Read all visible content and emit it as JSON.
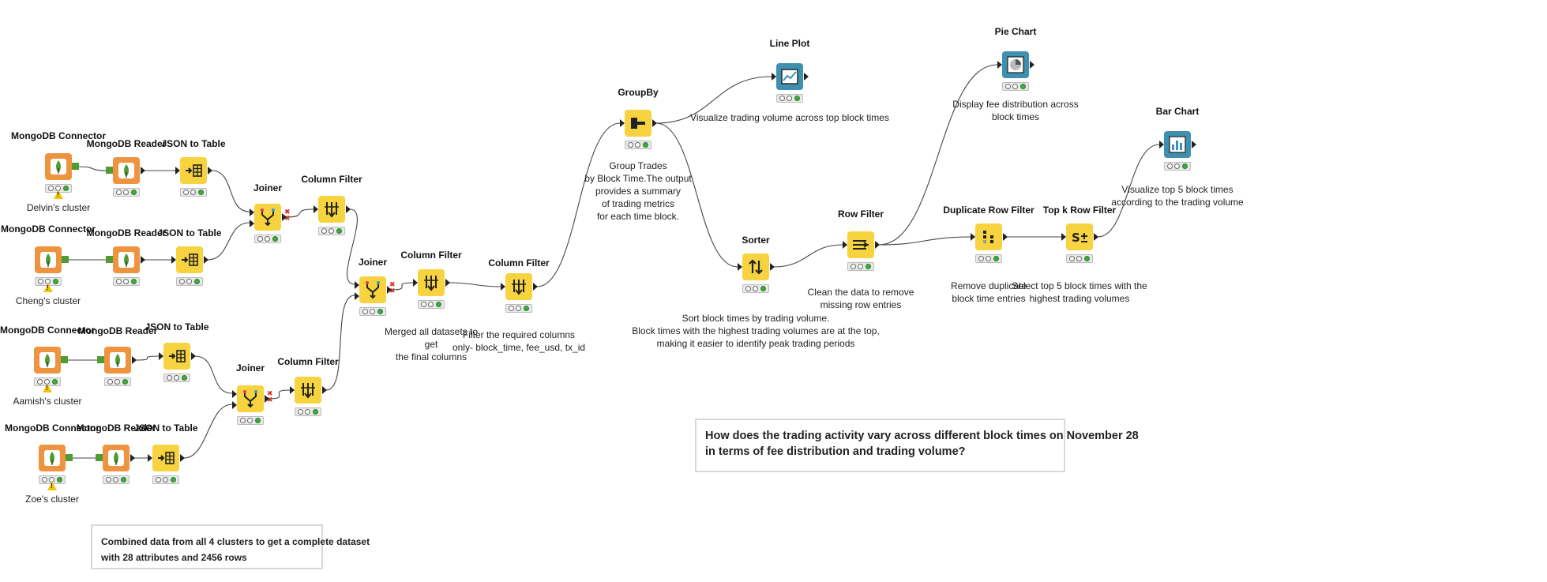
{
  "colors": {
    "source": "#ee9440",
    "manipulation": "#f7d33f",
    "view": "#3e8fb0",
    "port": "#4f9d32",
    "warning": "#f5c400"
  },
  "nodes": [
    {
      "id": "mongo_conn_1",
      "type": "mongodb-connector",
      "title": "MongoDB Connector",
      "desc": "Delvin's cluster",
      "warning": true
    },
    {
      "id": "mongo_read_1",
      "type": "mongodb-reader",
      "title": "MongoDB Reader",
      "desc": ""
    },
    {
      "id": "json_1",
      "type": "json-to-table",
      "title": "JSON to Table",
      "desc": ""
    },
    {
      "id": "mongo_conn_2",
      "type": "mongodb-connector",
      "title": "MongoDB Connector",
      "desc": "Cheng's cluster",
      "warning": true
    },
    {
      "id": "mongo_read_2",
      "type": "mongodb-reader",
      "title": "MongoDB Reader",
      "desc": ""
    },
    {
      "id": "json_2",
      "type": "json-to-table",
      "title": "JSON to Table",
      "desc": ""
    },
    {
      "id": "joiner_1",
      "type": "joiner",
      "title": "Joiner",
      "desc": ""
    },
    {
      "id": "colfilter_1",
      "type": "column-filter",
      "title": "Column Filter",
      "desc": ""
    },
    {
      "id": "mongo_conn_3",
      "type": "mongodb-connector",
      "title": "MongoDB Connector",
      "desc": "Aamish's cluster",
      "warning": true
    },
    {
      "id": "mongo_read_3",
      "type": "mongodb-reader",
      "title": "MongoDB Reader",
      "desc": ""
    },
    {
      "id": "json_3",
      "type": "json-to-table",
      "title": "JSON to Table",
      "desc": ""
    },
    {
      "id": "mongo_conn_4",
      "type": "mongodb-connector",
      "title": "MongoDB Connector",
      "desc": "Zoe's cluster",
      "warning": true
    },
    {
      "id": "mongo_read_4",
      "type": "mongodb-reader",
      "title": "MongoDB Reader",
      "desc": ""
    },
    {
      "id": "json_4",
      "type": "json-to-table",
      "title": "JSON to Table",
      "desc": ""
    },
    {
      "id": "joiner_2",
      "type": "joiner",
      "title": "Joiner",
      "desc": ""
    },
    {
      "id": "colfilter_2",
      "type": "column-filter",
      "title": "Column Filter",
      "desc": ""
    },
    {
      "id": "joiner_3",
      "type": "joiner",
      "title": "Joiner",
      "desc": ""
    },
    {
      "id": "colfilter_3",
      "type": "column-filter",
      "title": "Column Filter",
      "desc": "Merged all datasets to\nget\nthe final columns"
    },
    {
      "id": "colfilter_4",
      "type": "column-filter",
      "title": "Column Filter",
      "desc": "Filter the required columns\nonly- block_time, fee_usd, tx_id"
    },
    {
      "id": "groupby",
      "type": "groupby",
      "title": "GroupBy",
      "desc": "Group Trades\nby Block Time.The output\nprovides a summary\nof trading metrics\nfor each time block."
    },
    {
      "id": "lineplot",
      "type": "line-plot",
      "title": "Line Plot",
      "desc": "Visualize trading volume across top block times"
    },
    {
      "id": "sorter",
      "type": "sorter",
      "title": "Sorter",
      "desc": "Sort block times by trading volume.\nBlock times with the highest trading volumes are at the top,\nmaking it easier to identify peak trading periods"
    },
    {
      "id": "rowfilter",
      "type": "row-filter",
      "title": "Row Filter",
      "desc": "Clean the data to remove\nmissing row entries"
    },
    {
      "id": "piechart",
      "type": "pie-chart",
      "title": "Pie Chart",
      "desc": "Display fee distribution across\nblock times"
    },
    {
      "id": "duprowfilter",
      "type": "duplicate-row-filter",
      "title": "Duplicate Row Filter",
      "desc": "Remove duplicate\nblock time entries"
    },
    {
      "id": "topk",
      "type": "top-k-row-filter",
      "title": "Top k Row Filter",
      "desc": "Select top 5 block times with the\nhighest trading volumes"
    },
    {
      "id": "barchart",
      "type": "bar-chart",
      "title": "Bar Chart",
      "desc": "Visualize top 5 block times\naccording to the trading volume"
    }
  ],
  "annotations": [
    {
      "id": "combined",
      "text": "Combined data from all 4 clusters to get a complete dataset\nwith 28 attributes and 2456 rows"
    },
    {
      "id": "question",
      "text": "How does the trading activity vary across different block times on November 28\nin terms of fee distribution and trading volume?"
    }
  ]
}
